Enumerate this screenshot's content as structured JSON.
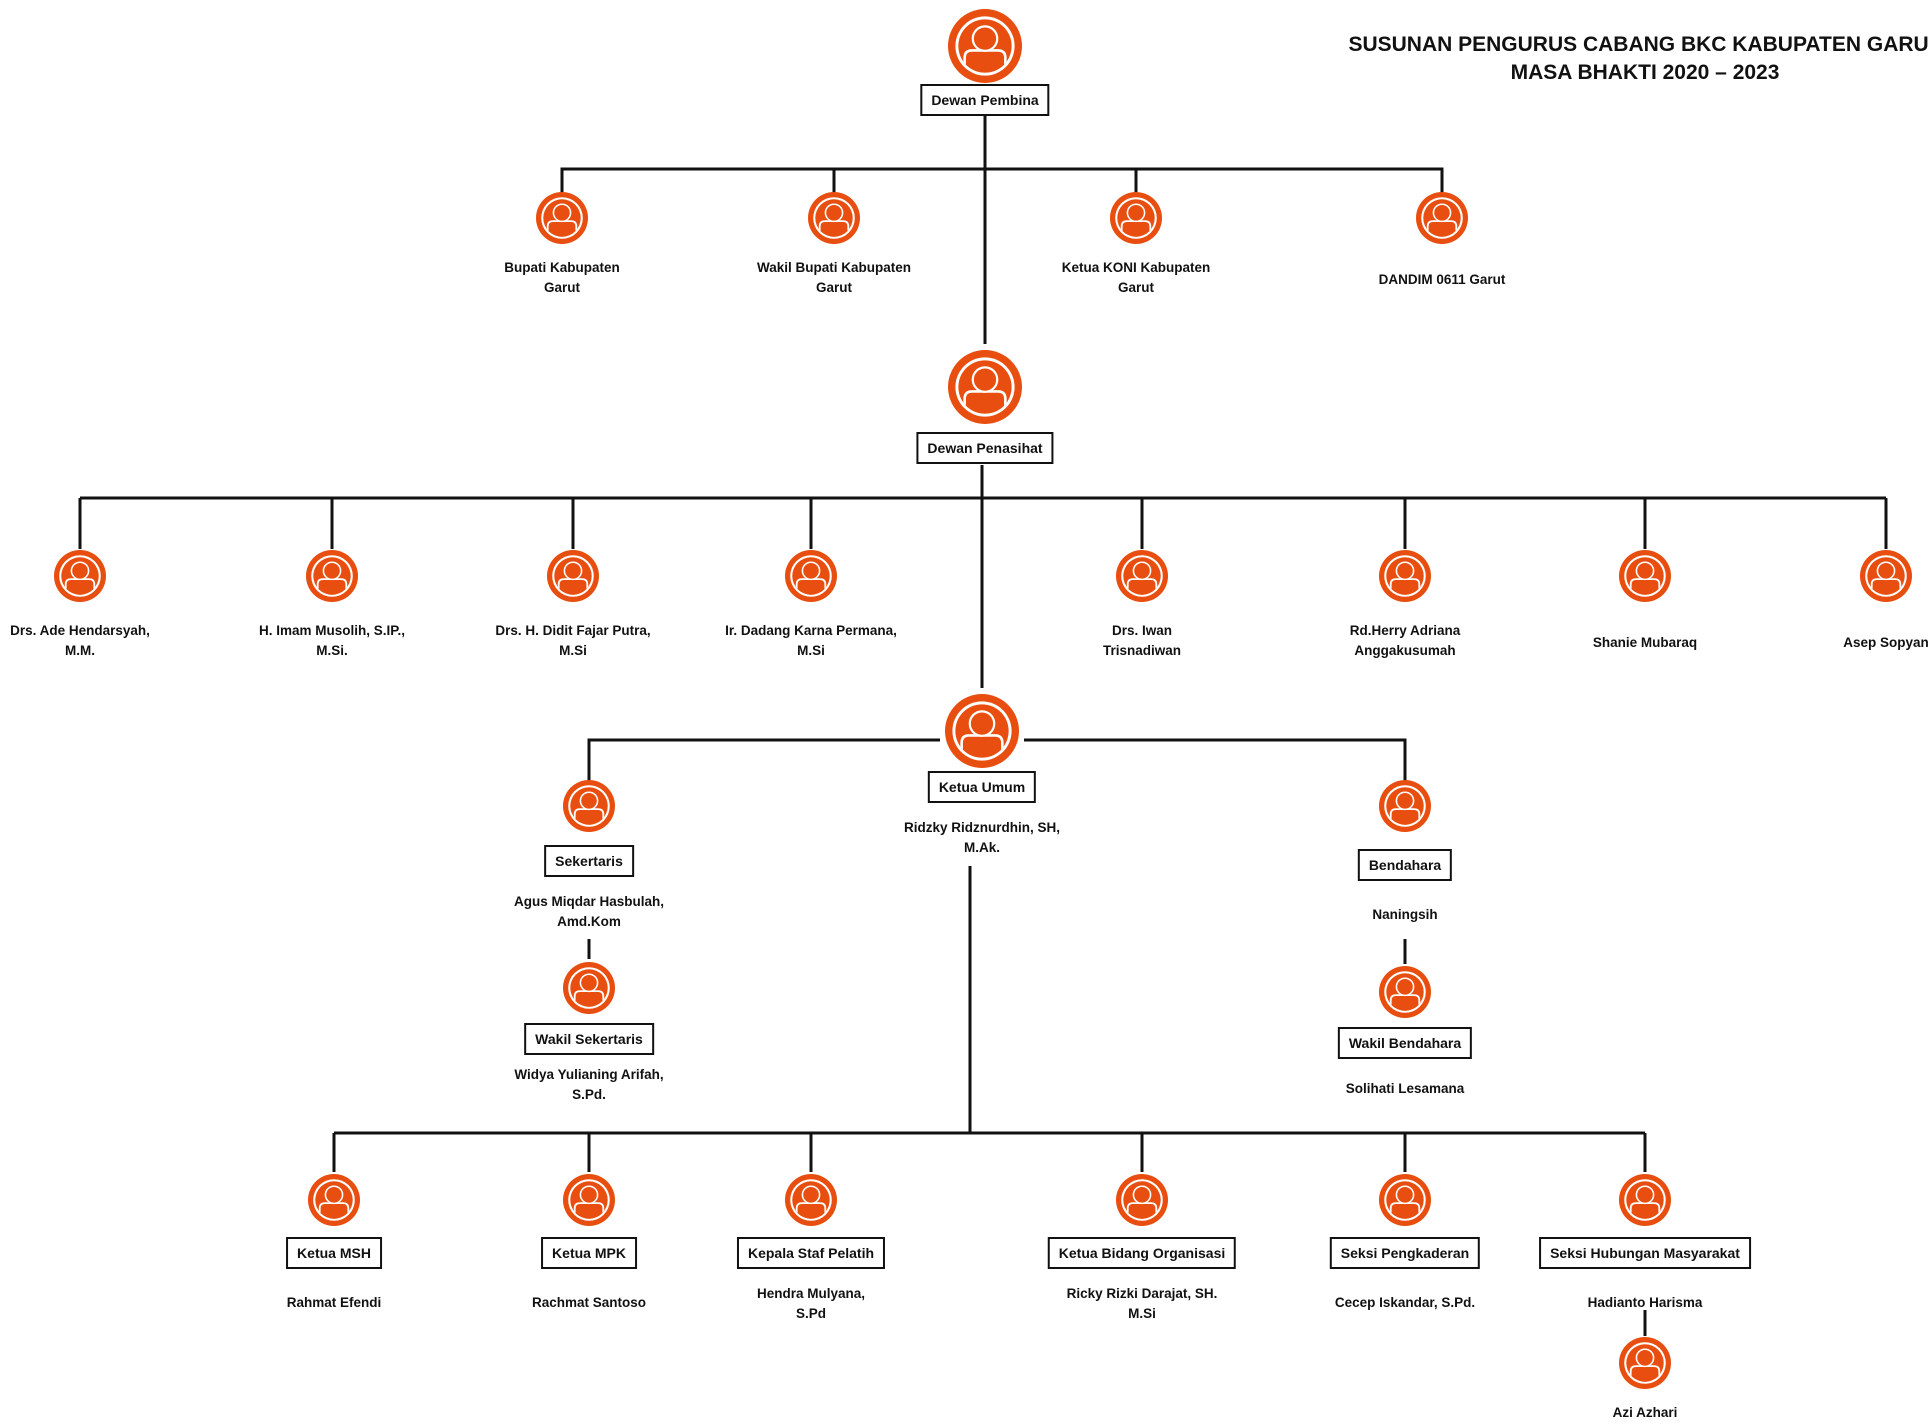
{
  "title": {
    "line1": "SUSUNAN PENGURUS CABANG BKC KABUPATEN GARUT",
    "line2": "MASA BHAKTI 2020 – 2023"
  },
  "colors": {
    "avatar": "#E84E0F",
    "line": "#111111",
    "text": "#111111"
  },
  "dewan_pembina": {
    "role": "Dewan Pembina",
    "members": [
      {
        "name_lines": [
          "Bupati Kabupaten",
          "Garut"
        ]
      },
      {
        "name_lines": [
          "Wakil Bupati Kabupaten",
          "Garut"
        ]
      },
      {
        "name_lines": [
          "Ketua KONI Kabupaten",
          "Garut"
        ]
      },
      {
        "name_lines": [
          "DANDIM 0611 Garut"
        ]
      }
    ]
  },
  "dewan_penasihat": {
    "role": "Dewan Penasihat",
    "members": [
      {
        "name_lines": [
          "Drs. Ade Hendarsyah,",
          "M.M."
        ]
      },
      {
        "name_lines": [
          "H. Imam Musolih, S.IP.,",
          "M.Si."
        ]
      },
      {
        "name_lines": [
          "Drs. H. Didit Fajar Putra,",
          "M.Si"
        ]
      },
      {
        "name_lines": [
          "Ir. Dadang Karna Permana,",
          "M.Si"
        ]
      },
      {
        "name_lines": [
          "Drs. Iwan",
          "Trisnadiwan"
        ]
      },
      {
        "name_lines": [
          "Rd.Herry Adriana",
          "Anggakusumah"
        ]
      },
      {
        "name_lines": [
          "Shanie Mubaraq"
        ]
      },
      {
        "name_lines": [
          "Asep Sopyan"
        ]
      }
    ]
  },
  "ketua_umum": {
    "role": "Ketua Umum",
    "name_lines": [
      "Ridzky Ridznurdhin, SH,",
      "M.Ak."
    ]
  },
  "sekertaris": {
    "role": "Sekertaris",
    "name_lines": [
      "Agus Miqdar Hasbulah,",
      "Amd.Kom"
    ]
  },
  "wakil_sekertaris": {
    "role": "Wakil Sekertaris",
    "name_lines": [
      "Widya Yulianing Arifah,",
      "S.Pd."
    ]
  },
  "bendahara": {
    "role": "Bendahara",
    "name_lines": [
      "Naningsih"
    ]
  },
  "wakil_bendahara": {
    "role": "Wakil Bendahara",
    "name_lines": [
      "Solihati Lesamana"
    ]
  },
  "divisions": [
    {
      "role": "Ketua MSH",
      "name_lines": [
        "Rahmat Efendi"
      ]
    },
    {
      "role": "Ketua MPK",
      "name_lines": [
        "Rachmat Santoso"
      ]
    },
    {
      "role": "Kepala Staf Pelatih",
      "name_lines": [
        "Hendra Mulyana,",
        "S.Pd"
      ]
    },
    {
      "role": "Ketua Bidang Organisasi",
      "name_lines": [
        "Ricky Rizki Darajat, SH.",
        "M.Si"
      ]
    },
    {
      "role": "Seksi Pengkaderan",
      "name_lines": [
        "Cecep Iskandar, S.Pd."
      ]
    },
    {
      "role": "Seksi Hubungan Masyarakat",
      "name_lines": [
        "Hadianto Harisma"
      ]
    }
  ],
  "humas_member": {
    "name_lines": [
      "Azi Azhari"
    ]
  }
}
